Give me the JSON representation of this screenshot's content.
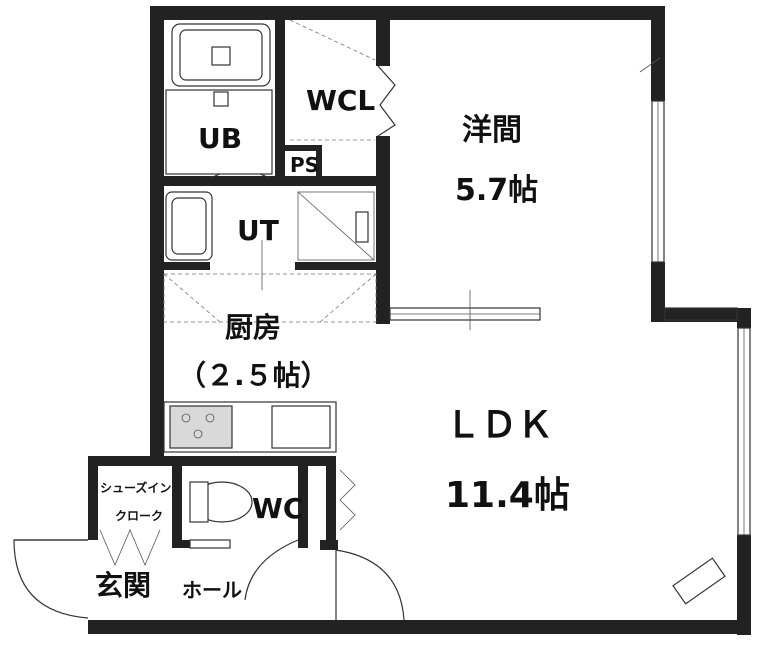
{
  "rooms": {
    "western_room": {
      "name": "洋間",
      "size": "5.7帖"
    },
    "ldk": {
      "name": "ＬＤＫ",
      "size": "11.4帖"
    },
    "kitchen": {
      "name": "厨房",
      "size": "（２.５帖）"
    },
    "unit_bath": {
      "name": "UB"
    },
    "utility": {
      "name": "UT"
    },
    "walk_in_closet": {
      "name": "WCL"
    },
    "pipe_space": {
      "name": "PS"
    },
    "toilet": {
      "name": "WC"
    },
    "entrance": {
      "name": "玄関"
    },
    "hall": {
      "name": "ホール"
    },
    "shoe_closet": {
      "line1": "シューズイン",
      "line2": "クローク"
    }
  },
  "colors": {
    "wall": "#222222",
    "fixture_fill": "#d9d9d9"
  }
}
